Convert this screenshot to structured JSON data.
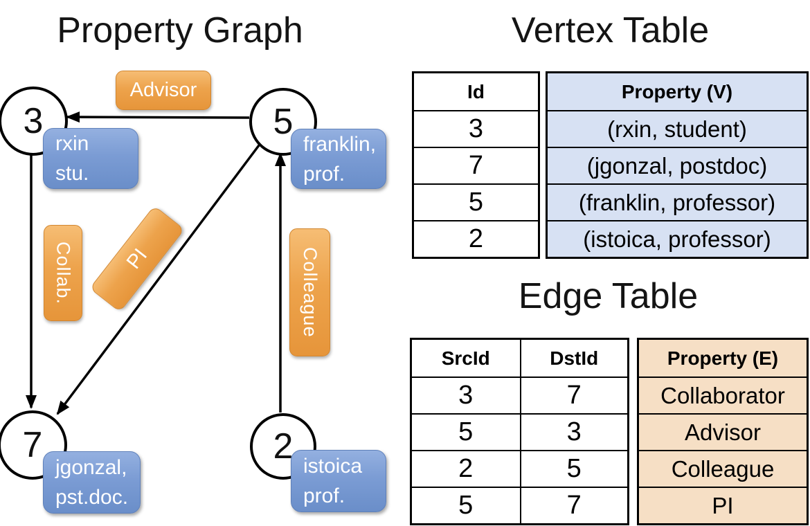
{
  "graph": {
    "title": "Property Graph",
    "nodes": [
      {
        "id": "3",
        "property_lines": [
          "rxin",
          "stu."
        ]
      },
      {
        "id": "5",
        "property_lines": [
          "franklin,",
          "prof."
        ]
      },
      {
        "id": "7",
        "property_lines": [
          "jgonzal,",
          "pst.doc."
        ]
      },
      {
        "id": "2",
        "property_lines": [
          "istoica",
          "prof."
        ]
      }
    ],
    "edges": [
      {
        "src": "5",
        "dst": "3",
        "label": "Advisor"
      },
      {
        "src": "3",
        "dst": "7",
        "label": "Collab."
      },
      {
        "src": "5",
        "dst": "7",
        "label": "PI"
      },
      {
        "src": "2",
        "dst": "5",
        "label": "Colleague"
      }
    ]
  },
  "vertex_table": {
    "title": "Vertex Table",
    "columns": [
      "Id",
      "Property (V)"
    ],
    "rows": [
      [
        "3",
        "(rxin, student)"
      ],
      [
        "7",
        "(jgonzal, postdoc)"
      ],
      [
        "5",
        "(franklin, professor)"
      ],
      [
        "2",
        "(istoica, professor)"
      ]
    ]
  },
  "edge_table": {
    "title": "Edge Table",
    "columns": [
      "SrcId",
      "DstId",
      "Property (E)"
    ],
    "rows": [
      [
        "3",
        "7",
        "Collaborator"
      ],
      [
        "5",
        "3",
        "Advisor"
      ],
      [
        "2",
        "5",
        "Colleague"
      ],
      [
        "5",
        "7",
        "PI"
      ]
    ]
  },
  "colors": {
    "edge_label_orange": "#EDA34C",
    "vertex_label_blue": "#7B9CD4",
    "vertex_table_fill": "#D7E1F3",
    "edge_table_fill": "#F6DFC5",
    "line_black": "#000000"
  }
}
